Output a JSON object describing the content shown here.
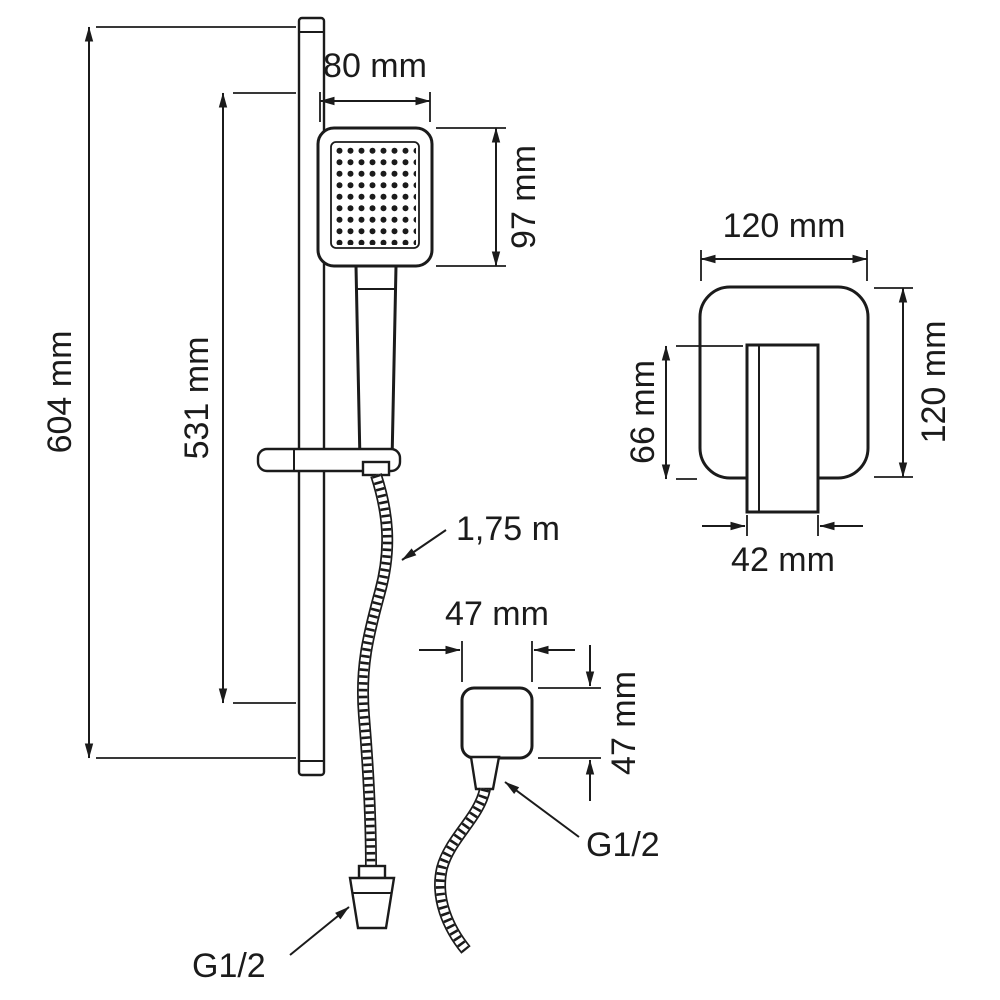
{
  "title": "Shower set dimensional drawing",
  "colors": {
    "line": "#1b1b1b",
    "background": "#ffffff"
  },
  "labels": {
    "rail_height": "604 mm",
    "bar_travel": "531 mm",
    "head_width": "80 mm",
    "head_height": "97 mm",
    "hose_length": "1,75 m",
    "hose_thread": "G1/2",
    "mixer_plate_width": "120 mm",
    "mixer_plate_height": "120 mm",
    "handle_length": "66 mm",
    "handle_width": "42 mm",
    "outlet_width": "47 mm",
    "outlet_height": "47 mm",
    "outlet_thread": "G1/2"
  }
}
